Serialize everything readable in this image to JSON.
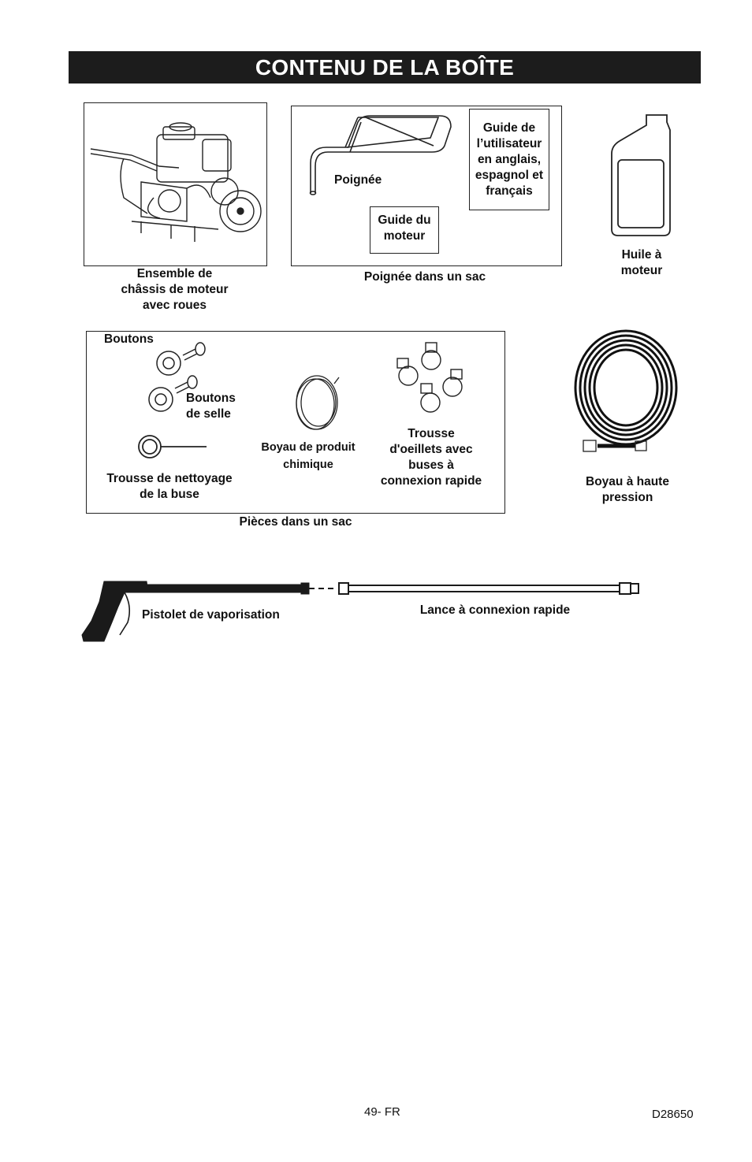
{
  "header": {
    "title": "CONTENU DE LA BOÎTE"
  },
  "items": {
    "engine_frame": "Ensemble de\nchâssis de moteur\navec roues",
    "handle": "Poignée",
    "user_guide": "Guide de\nl’utilisateur\nen anglais,\nespagnol et\nfrançais",
    "engine_guide": "Guide du\nmoteur",
    "handle_bag": "Poignée dans un sac",
    "engine_oil": "Huile à\nmoteur",
    "knobs": "Boutons",
    "seat_knobs": "Boutons\nde selle",
    "chemical_hose": "Boyau de produit\nchimique",
    "nozzle_kit": "Trousse\nd'oeillets avec\nbuses à\nconnexion rapide",
    "cleaning_kit": "Trousse de nettoyage\nde la buse",
    "parts_bag": "Pièces dans un sac",
    "high_pressure_hose": "Boyau à haute\npression",
    "spray_gun": "Pistolet de vaporisation",
    "wand": "Lance à connexion rapide"
  },
  "footer": {
    "page": "49- FR",
    "doc_code": "D28650"
  }
}
